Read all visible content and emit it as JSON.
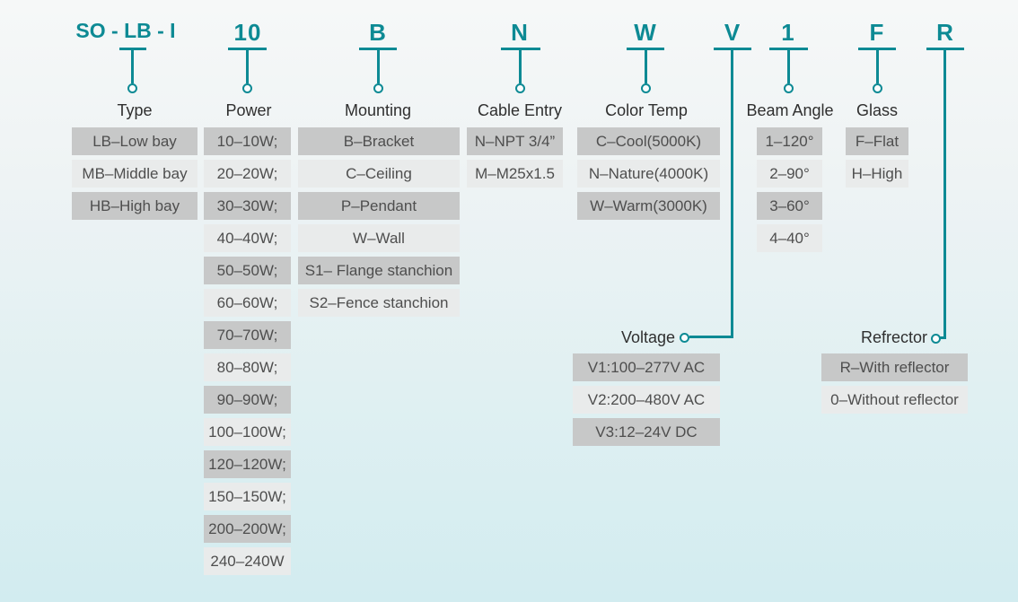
{
  "code": {
    "type": "SO - LB - I",
    "power": "10",
    "mounting": "B",
    "cable_entry": "N",
    "color_temp": "W",
    "voltage": "V",
    "beam_angle": "1",
    "glass": "F",
    "reflector": "R"
  },
  "sections": {
    "type": {
      "label": "Type",
      "options": [
        "LB–Low bay",
        "MB–Middle bay",
        "HB–High bay"
      ]
    },
    "power": {
      "label": "Power",
      "options": [
        "10–10W;",
        "20–20W;",
        "30–30W;",
        "40–40W;",
        "50–50W;",
        "60–60W;",
        "70–70W;",
        "80–80W;",
        "90–90W;",
        "100–100W;",
        "120–120W;",
        "150–150W;",
        "200–200W;",
        "240–240W"
      ]
    },
    "mounting": {
      "label": "Mounting",
      "options": [
        "B–Bracket",
        "C–Ceiling",
        "P–Pendant",
        "W–Wall",
        "S1– Flange stanchion",
        "S2–Fence stanchion"
      ]
    },
    "cable_entry": {
      "label": "Cable Entry",
      "options": [
        "N–NPT 3/4”",
        "M–M25x1.5"
      ]
    },
    "color_temp": {
      "label": "Color Temp",
      "options": [
        "C–Cool(5000K)",
        "N–Nature(4000K)",
        "W–Warm(3000K)"
      ]
    },
    "beam_angle": {
      "label": "Beam Angle",
      "options": [
        "1–120°",
        "2–90°",
        "3–60°",
        "4–40°"
      ]
    },
    "glass": {
      "label": "Glass",
      "options": [
        "F–Flat",
        "H–High"
      ]
    },
    "voltage": {
      "label": "Voltage",
      "options": [
        "V1:100–277V AC",
        "V2:200–480V AC",
        "V3:12–24V DC"
      ]
    },
    "reflector": {
      "label": "Refrector",
      "options": [
        "R–With reflector",
        "0–Without reflector"
      ]
    }
  },
  "colors": {
    "accent_teal": "#0d8a94",
    "row_dark": "#c7c8c8",
    "row_light": "#e9ebeb",
    "background_top": "#f6f8f8",
    "background_bottom": "#d2ecf0"
  }
}
